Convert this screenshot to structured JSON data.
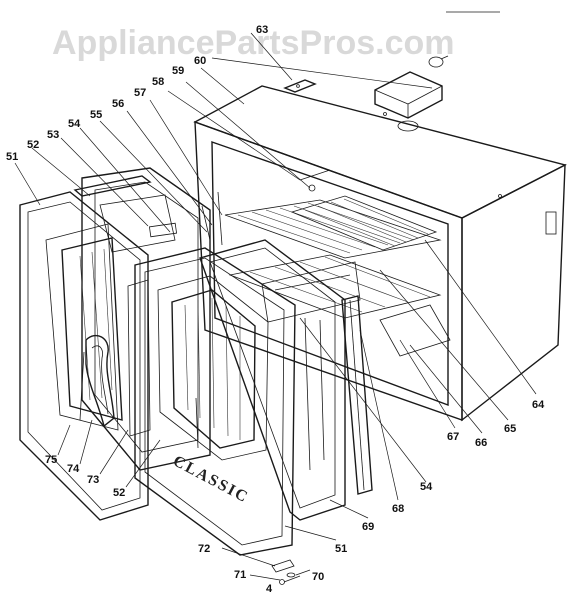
{
  "watermark": "AppliancePartsPros.com",
  "brand_text": "CLASSIC",
  "part_labels": [
    {
      "id": "63",
      "text": "63"
    },
    {
      "id": "60",
      "text": "60"
    },
    {
      "id": "59",
      "text": "59"
    },
    {
      "id": "58",
      "text": "58"
    },
    {
      "id": "57",
      "text": "57"
    },
    {
      "id": "56",
      "text": "56"
    },
    {
      "id": "55",
      "text": "55"
    },
    {
      "id": "54-top",
      "text": "54"
    },
    {
      "id": "53",
      "text": "53"
    },
    {
      "id": "52-top",
      "text": "52"
    },
    {
      "id": "51-top",
      "text": "51"
    },
    {
      "id": "64",
      "text": "64"
    },
    {
      "id": "65",
      "text": "65"
    },
    {
      "id": "66",
      "text": "66"
    },
    {
      "id": "67",
      "text": "67"
    },
    {
      "id": "54-bottom",
      "text": "54"
    },
    {
      "id": "68",
      "text": "68"
    },
    {
      "id": "69",
      "text": "69"
    },
    {
      "id": "51-bottom",
      "text": "51"
    },
    {
      "id": "75",
      "text": "75"
    },
    {
      "id": "74",
      "text": "74"
    },
    {
      "id": "73",
      "text": "73"
    },
    {
      "id": "52-bottom",
      "text": "52"
    },
    {
      "id": "72",
      "text": "72"
    },
    {
      "id": "71",
      "text": "71"
    },
    {
      "id": "4",
      "text": "4"
    },
    {
      "id": "70",
      "text": "70"
    }
  ]
}
